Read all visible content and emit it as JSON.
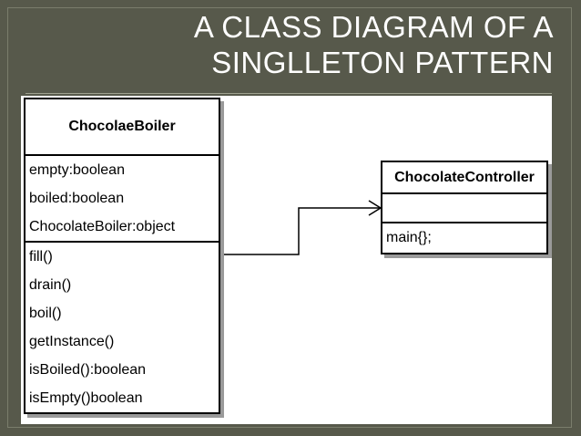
{
  "slide": {
    "title_line1": "A CLASS DIAGRAM  OF A",
    "title_line2": "SINGLLETON PATTERN"
  },
  "diagram": {
    "boiler": {
      "name": "ChocolaeBoiler",
      "attributes": [
        "empty:boolean",
        "boiled:boolean",
        "ChocolateBoiler:object"
      ],
      "methods": [
        "fill()",
        "drain()",
        "boil()",
        "getInstance()",
        "isBoiled():boolean",
        "isEmpty()boolean"
      ]
    },
    "controller": {
      "name": "ChocolateController",
      "attributes": [],
      "methods": [
        "main{};"
      ]
    },
    "relation": {
      "from": "boiler",
      "to": "controller",
      "arrow": "open"
    }
  },
  "colors": {
    "background": "#57594b",
    "canvas": "#ffffff",
    "title": "#ffffff",
    "line": "#000000",
    "shadow": "#9a9a9a"
  }
}
